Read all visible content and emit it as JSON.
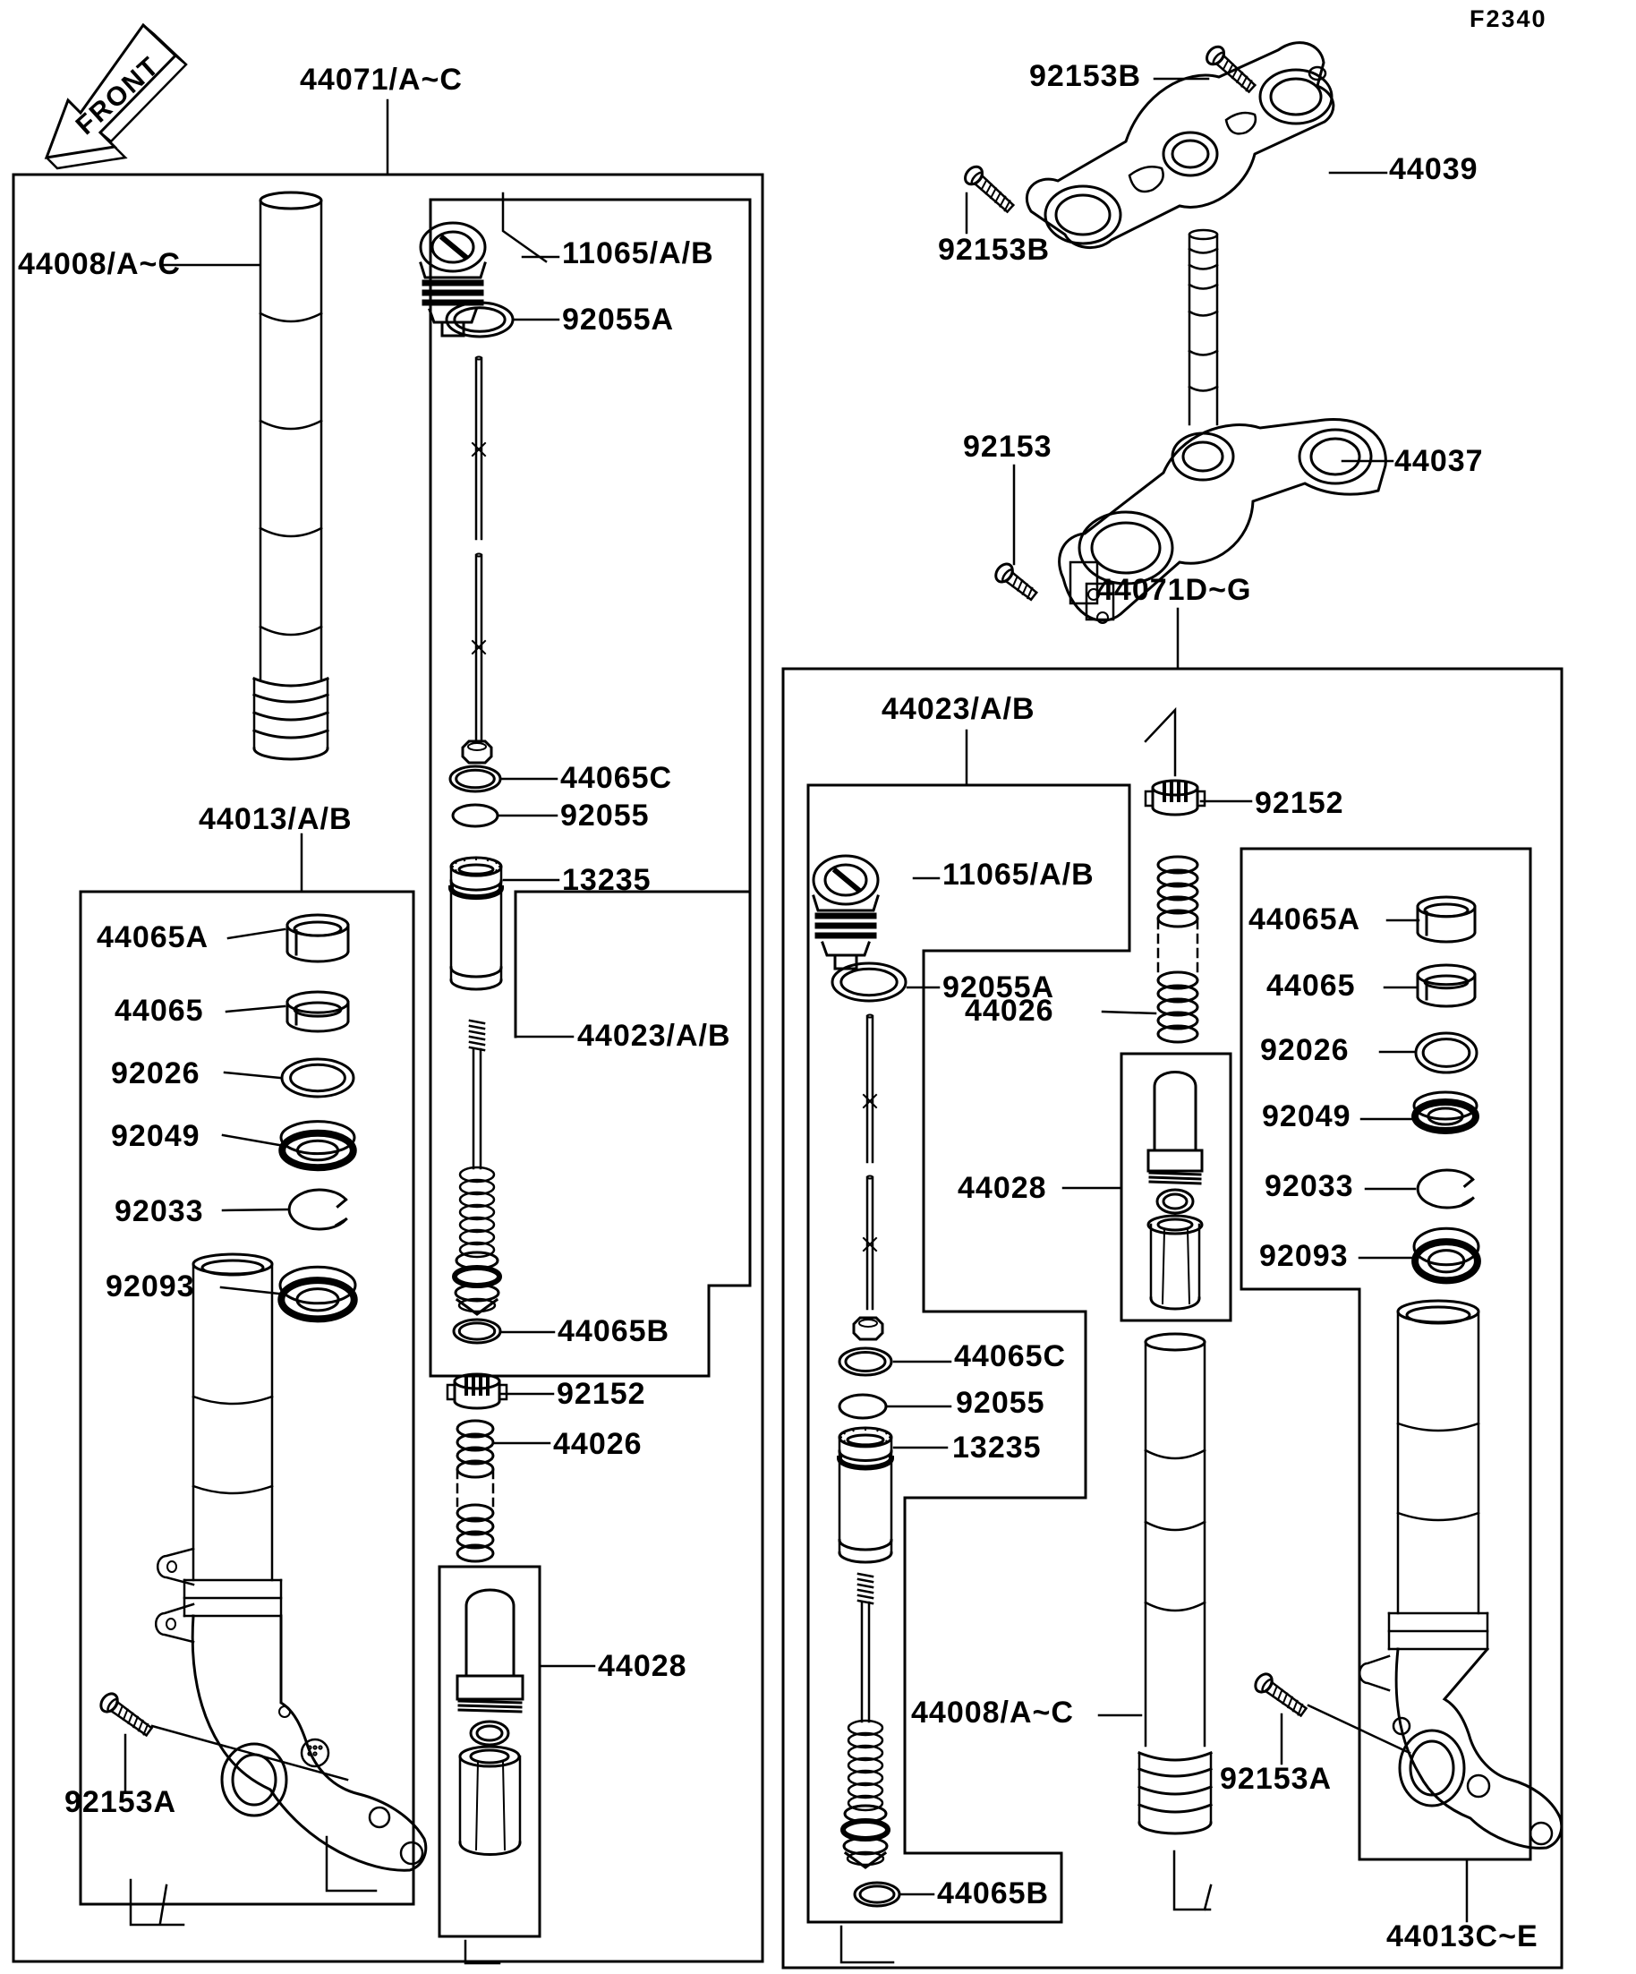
{
  "figure": {
    "code": "F2340",
    "front_marker": "FRONT"
  },
  "steering": {
    "bolt_upper": "92153B",
    "upper_clamp": "44039",
    "bolt_upper2": "92153B",
    "bolt_lower": "92153",
    "lower_clamp": "44037",
    "right_fork_assy": "44071D~G"
  },
  "left_fork": {
    "assy": "44071/A~C",
    "inner_tube": "44008/A~C",
    "cap": "11065/A/B",
    "cap_oring": "92055A",
    "ring_c": "44065C",
    "oring": "92055",
    "cylinder": "13235",
    "cylinder_unit": "44023/A/B",
    "ring_b": "44065B",
    "nut": "92152",
    "spring": "44026",
    "piston_unit": "44028",
    "axle_bolt": "92153A",
    "slider_unit": "44013/A/B",
    "bush_a": "44065A",
    "bush": "44065",
    "washer": "92026",
    "oil_seal": "92049",
    "circlip": "92033",
    "dust_seal": "92093"
  },
  "right_fork": {
    "cylinder_unit": "44023/A/B",
    "cap": "11065/A/B",
    "cap_oring": "92055A",
    "nut": "92152",
    "spring": "44026",
    "piston_unit": "44028",
    "bush_a": "44065A",
    "bush": "44065",
    "washer": "92026",
    "oil_seal": "92049",
    "circlip": "92033",
    "dust_seal": "92093",
    "ring_c": "44065C",
    "oring": "92055",
    "cylinder": "13235",
    "inner_tube": "44008/A~C",
    "axle_bolt": "92153A",
    "ring_b": "44065B",
    "slider_unit": "44013C~E"
  }
}
